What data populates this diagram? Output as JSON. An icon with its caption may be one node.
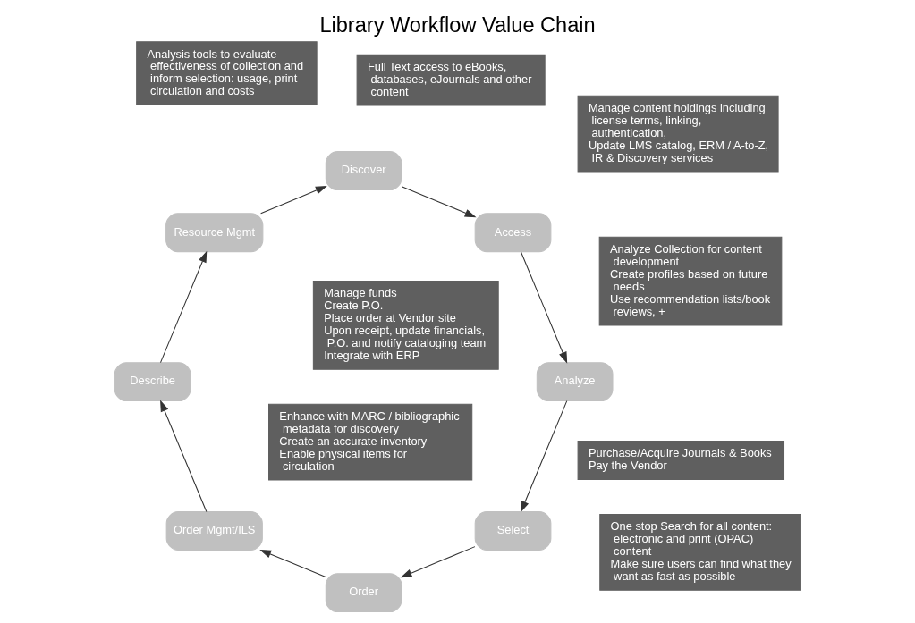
{
  "diagram": {
    "title": "Library Workflow Value Chain",
    "nodes": [
      {
        "text": [
          "Select"
        ]
      },
      {
        "text": [
          "Order"
        ]
      },
      {
        "text": [
          "Order Mgmt/ILS"
        ]
      },
      {
        "text": [
          "Describe"
        ]
      },
      {
        "text": [
          "Resource Mgmt"
        ]
      },
      {
        "text": [
          "Discover"
        ]
      },
      {
        "text": [
          "Access"
        ]
      },
      {
        "text": [
          "Analyze"
        ]
      },
      {
        "text": [
          "Analyze Collection for content development",
          "Create profiles based on future needs",
          "Use recommendation lists/book reviews, +"
        ]
      },
      {
        "text": [
          "Purchase/Acquire Journals & Books",
          "Pay the Vendor"
        ]
      },
      {
        "text": [
          "Manage funds",
          "Create P.O.",
          "Place order at Vendor site",
          "Upon receipt, update financials, P.O. and notify cataloging team",
          "Integrate with ERP"
        ]
      },
      {
        "text": [
          "Enhance with MARC / bibliographic metadata for discovery",
          "Create an accurate inventory",
          "Enable physical items for circulation"
        ]
      },
      {
        "text": [
          "Manage content holdings including license terms, linking, authentication,",
          "Update LMS catalog, ERM / A-to-Z, IR & Discovery services"
        ]
      },
      {
        "text": [
          "One stop Search for all content: electronic and print (OPAC) content",
          "Make sure users can find what they want as fast as possible"
        ]
      },
      {
        "text": [
          "Full Text access to eBooks, databases, eJournals and other content"
        ]
      },
      {
        "text": [
          "Analysis tools to evaluate effectiveness of collection and inform selection: usage, print circulation and costs"
        ]
      }
    ],
    "edges": [
      {
        "from": 0,
        "to": 1,
        "arrow": "to"
      },
      {
        "from": 1,
        "to": 2,
        "arrow": "to"
      },
      {
        "from": 2,
        "to": 3,
        "arrow": "to"
      },
      {
        "from": 3,
        "to": 4,
        "arrow": "to"
      },
      {
        "from": 4,
        "to": 5,
        "arrow": "to"
      },
      {
        "from": 5,
        "to": 6,
        "arrow": "to"
      },
      {
        "from": 6,
        "to": 7,
        "arrow": "to"
      },
      {
        "from": 7,
        "to": 0,
        "arrow": "to"
      }
    ]
  }
}
